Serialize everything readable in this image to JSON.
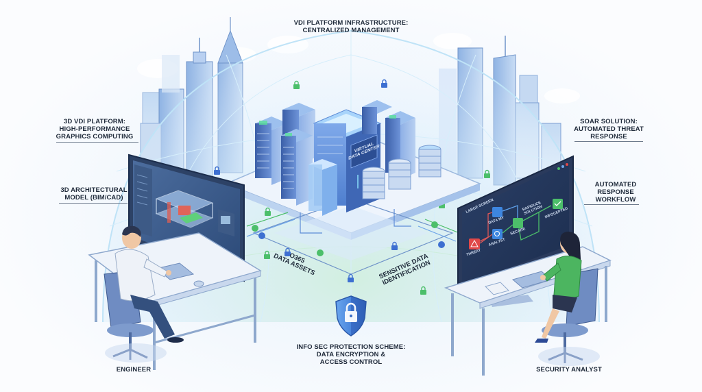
{
  "title": {
    "line1": "VDI PLATFORM INFRASTRUCTURE:",
    "line2": "CENTRALIZED MANAGEMENT"
  },
  "left_labels": {
    "vdi_platform": {
      "line1": "3D VDI PLATFORM:",
      "line2": "HIGH-PERFORMANCE",
      "line3": "GRAPHICS COMPUTING"
    },
    "bim_model": {
      "line1": "3D ARCHITECTURAL",
      "line2": "MODEL (BIM/CAD)"
    }
  },
  "right_labels": {
    "soar": {
      "line1": "SOAR SOLUTION:",
      "line2": "AUTOMATED THREAT",
      "line3": "RESPONSE"
    },
    "workflow": {
      "line1": "AUTOMATED",
      "line2": "RESPONSE",
      "line3": "WORKFLOW"
    }
  },
  "data_center": {
    "line1": "VIRTUAL",
    "line2": "DATA CENTER"
  },
  "platform_labels": {
    "o365": {
      "line1": "O365",
      "line2": "DATA ASSETS"
    },
    "sensitive": {
      "line1": "SENSITIVE DATA",
      "line2": "IDENTIFICATION"
    }
  },
  "security_scheme": {
    "line1": "INFO SEC PROTECTION SCHEME:",
    "line2": "DATA ENCRYPTION &",
    "line3": "ACCESS CONTROL",
    "icon": "shield-lock-icon"
  },
  "people": {
    "engineer": "ENGINEER",
    "analyst": "SECURITY ANALYST"
  },
  "soar_screen": {
    "header": "LARGE SCREEN",
    "nodes": {
      "threat": "THREAT",
      "data": "DATA MY",
      "analyst": "ANALYST",
      "secure": "SECARE",
      "solution": "RAPIDUCE SOLUTION",
      "result": "INFOCEPTED"
    }
  },
  "colors": {
    "primary_blue": "#3d6fd1",
    "dark_navy": "#243a63",
    "accent_green": "#4cbf6a",
    "threat_red": "#e04848",
    "light_blue": "#a9cdf2"
  }
}
